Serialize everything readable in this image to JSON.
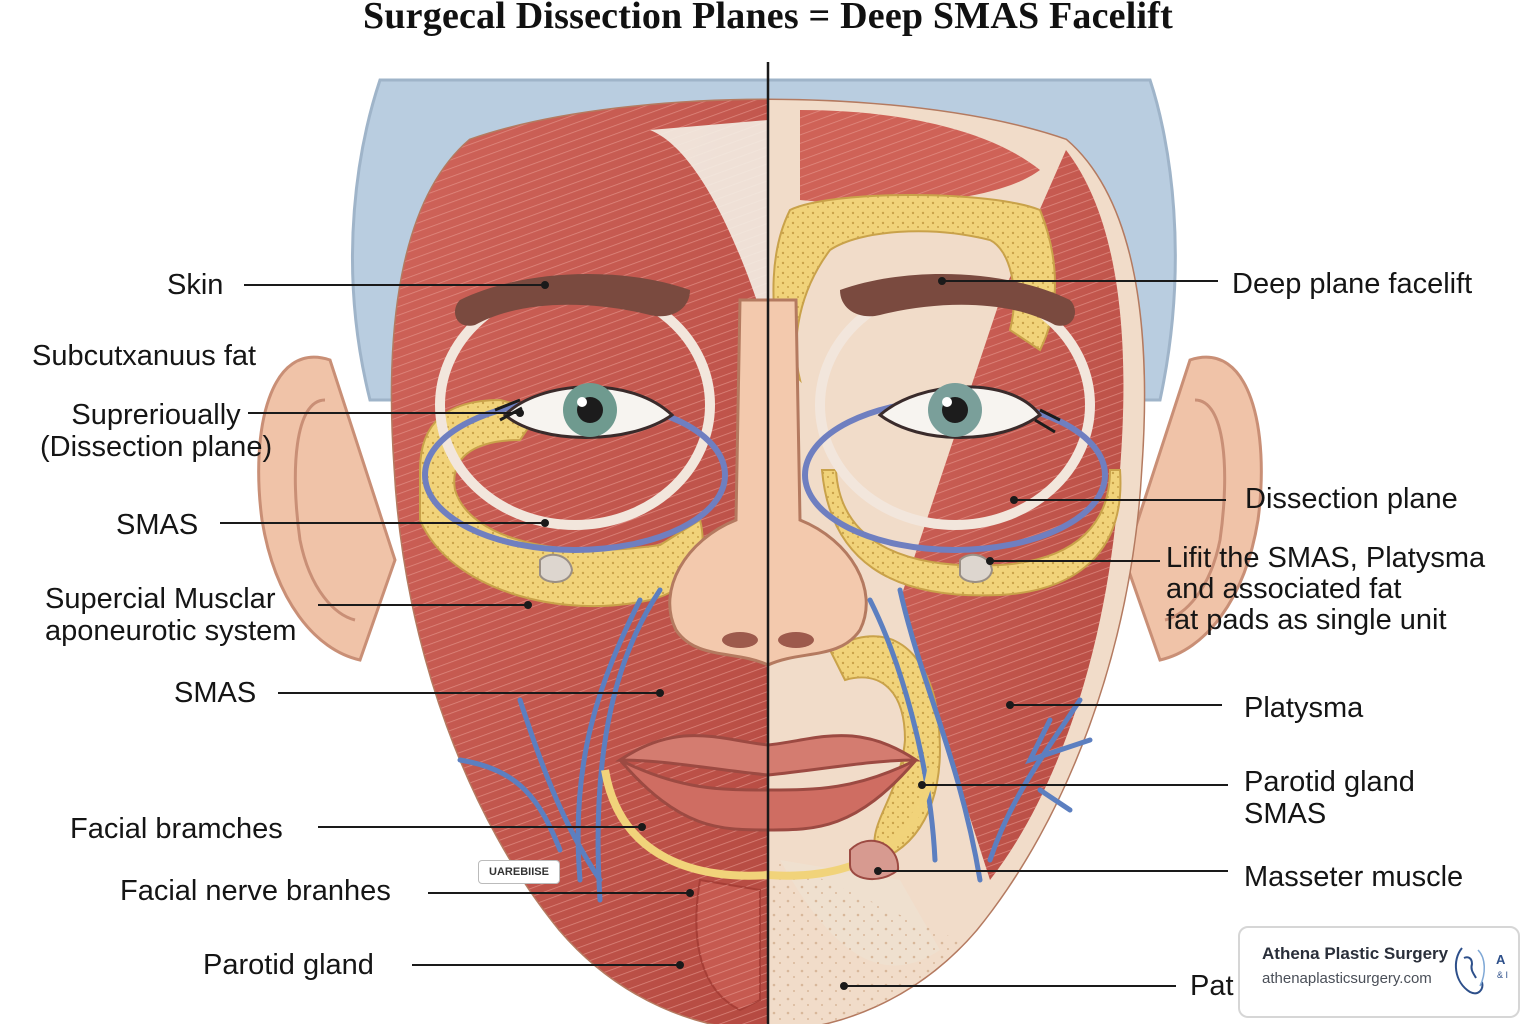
{
  "title": "Surgecal Dissection Planes = Deep SMAS Facelift",
  "labels_left": [
    {
      "text": "Skin"
    },
    {
      "text": "Subcutxanuus fat"
    },
    {
      "text": "Suprerioually\n(Dissection plane)"
    },
    {
      "text": "SMAS"
    },
    {
      "text": "Supercial Musclar\naponeurotic system"
    },
    {
      "text": "SMAS"
    },
    {
      "text": "Facial bramches"
    },
    {
      "text": "Facial nerve branhes"
    },
    {
      "text": "Parotid gland"
    }
  ],
  "labels_right": [
    {
      "text": "Deep plane facelift"
    },
    {
      "text": "Dissection plane"
    },
    {
      "text": "Lifit the SMAS, Platysma\nand associated fat\nfat pads as single unit"
    },
    {
      "text": "Platysma"
    },
    {
      "text": "Parotid gland\nSMAS"
    },
    {
      "text": "Masseter muscle"
    },
    {
      "text": "Pat"
    }
  ],
  "chin_tag": "UAREBIISE",
  "badge": {
    "name": "Athena Plastic Surgery",
    "url": "athenaplasticsurgery.com",
    "logo_letters": "A",
    "logo_sub": "& I"
  },
  "colors": {
    "muscle": "#c9584e",
    "muscle_dark": "#a63e36",
    "skin": "#f3cdb3",
    "fat": "#f1d37a",
    "cap": "#b9cde0",
    "nerve": "#5c7fc0",
    "tendon": "#f4efe6"
  }
}
